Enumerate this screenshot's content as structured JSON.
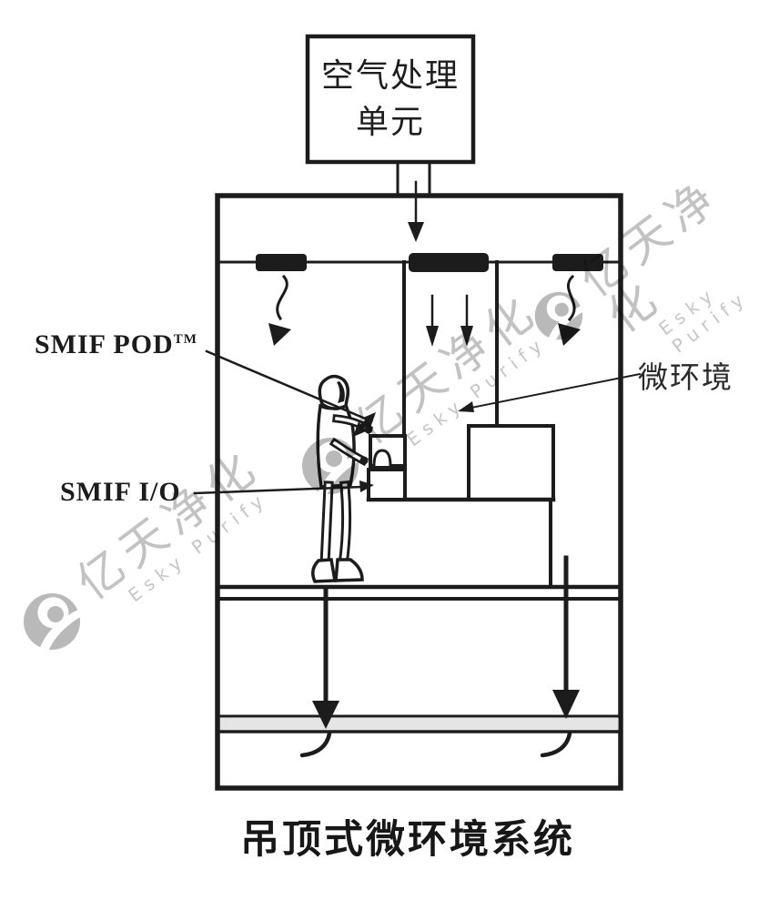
{
  "page": {
    "type": "scanned-technical-diagram",
    "background": "#ffffff"
  },
  "labels": {
    "ahu_line1": "空气处理",
    "ahu_line2": "单元",
    "smif_pod": "SMIF POD",
    "smif_pod_tm": "TM",
    "smif_io": "SMIF I/O",
    "microenvironment": "微环境",
    "caption": "吊顶式微环境系统"
  },
  "watermark": {
    "cn": "亿天净化",
    "en": "Esky Purify",
    "text_color": "#c2c2c2",
    "logo_color": "#b9b9b9",
    "count": 3
  },
  "colors": {
    "line": "#1c1c1c",
    "background": "#ffffff",
    "filter_bar_fill": "#1c1c1c",
    "floor_band_gray": "#cccccc"
  },
  "icons": [
    "down-arrow-icon",
    "curved-airflow-arrow-icon",
    "double-headed-transfer-arrow-icon",
    "leader-arrow-icon",
    "esky-logo-icon"
  ],
  "diagram_parts": {
    "air_handling_unit": "box at top connected by duct to enclosure",
    "filters": "three black HEPA filter bars under ceiling plenum",
    "microenvironment_column": "central clean air column above process tool",
    "smif_pod": "pod held by operator at load port",
    "smif_io": "pod I/O load port box",
    "operator": "cleanroom-suited person standing at tool",
    "raised_floor": "double-line work floor and lower return grating with airflow arrows"
  }
}
